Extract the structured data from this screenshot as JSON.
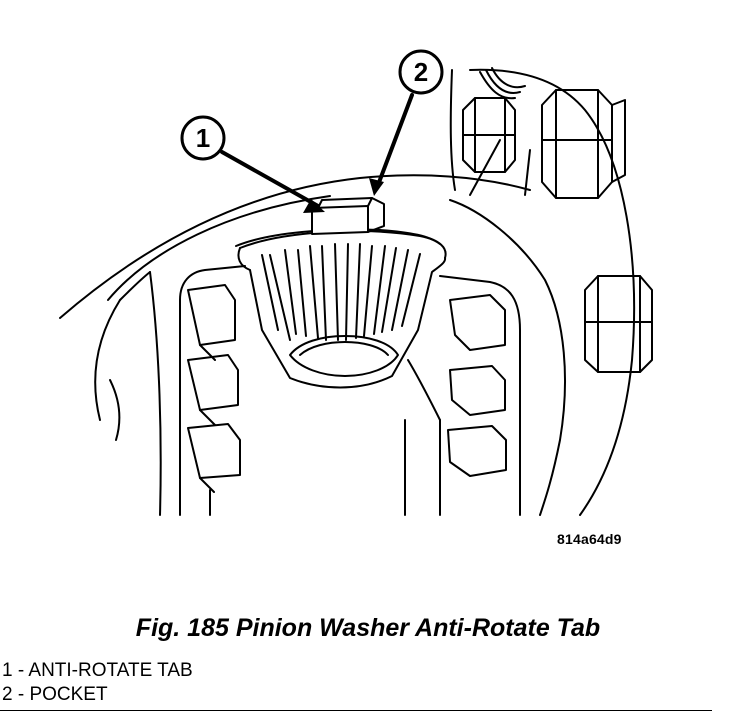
{
  "figure": {
    "image_code": "814a64d9",
    "caption": "Fig. 185 Pinion Washer Anti-Rotate Tab",
    "callouts": [
      {
        "number": "1"
      },
      {
        "number": "2"
      }
    ],
    "legend": [
      {
        "text": "1 - ANTI-ROTATE TAB"
      },
      {
        "text": "2 - POCKET"
      }
    ]
  }
}
